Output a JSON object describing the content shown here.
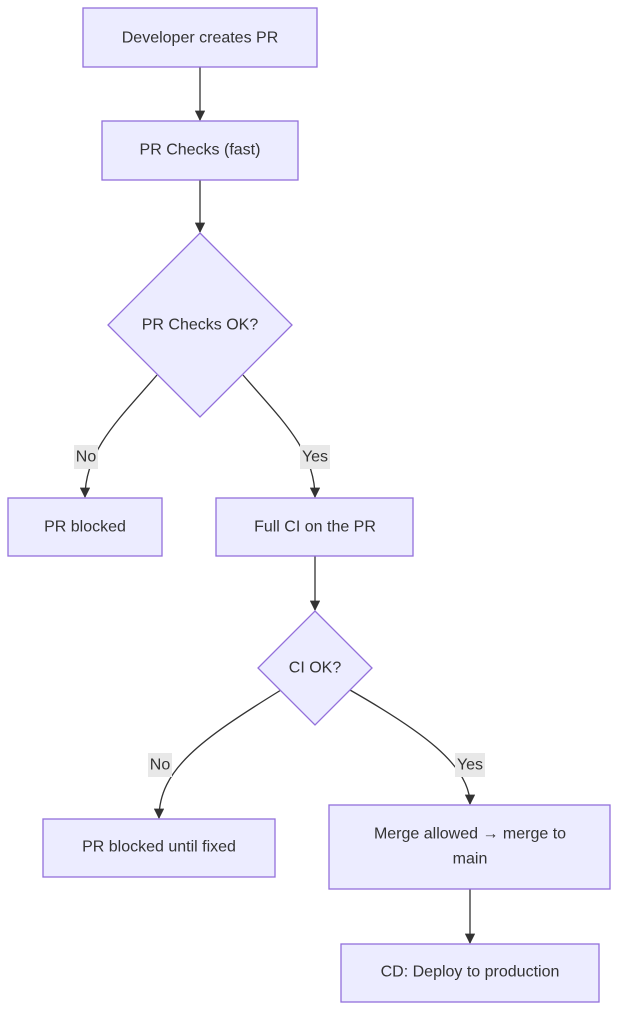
{
  "nodes": {
    "create_pr": "Developer creates PR",
    "pr_checks": "PR Checks (fast)",
    "pr_checks_ok": "PR Checks OK?",
    "pr_blocked": "PR blocked",
    "full_ci": "Full CI on the PR",
    "ci_ok": "CI OK?",
    "pr_blocked_until_fixed": "PR blocked until fixed",
    "merge_allowed_line1": "Merge allowed → merge to",
    "merge_allowed_line2": "main",
    "cd_deploy": "CD: Deploy to production"
  },
  "edges": {
    "checks_no": "No",
    "checks_yes": "Yes",
    "ci_no": "No",
    "ci_yes": "Yes"
  },
  "colors": {
    "node_fill": "#ececff",
    "node_stroke": "#9370db",
    "edge": "#333333",
    "label_bg": "#e8e8e8"
  }
}
